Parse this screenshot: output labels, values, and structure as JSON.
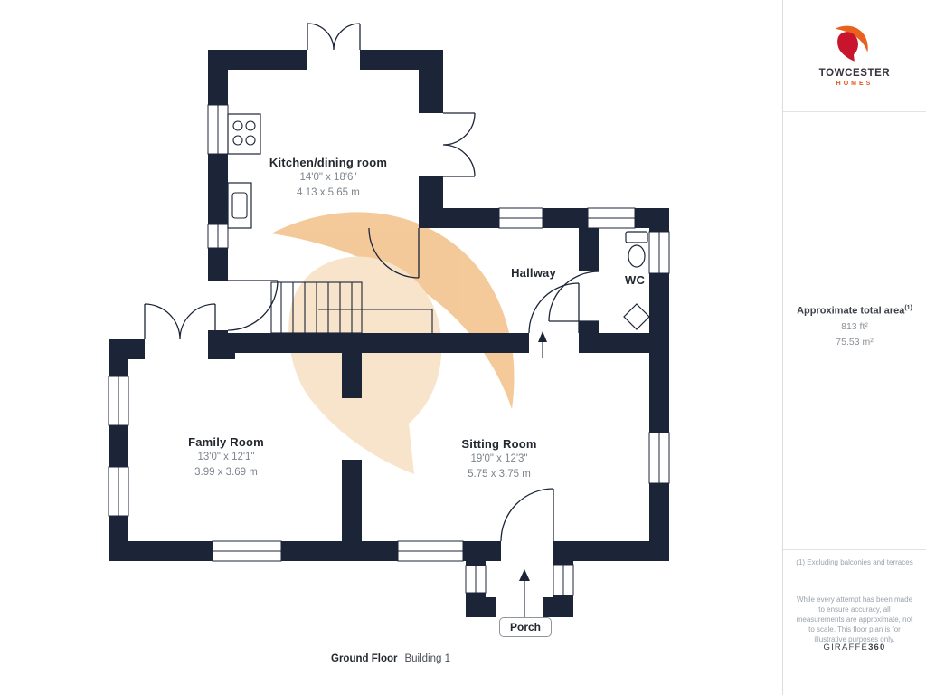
{
  "plan": {
    "floor_label": "Ground Floor",
    "building_label": "Building 1",
    "rooms": {
      "kitchen": {
        "name": "Kitchen/dining room",
        "dims_ft": "14'0\" x 18'6\"",
        "dims_m": "4.13 x 5.65 m"
      },
      "hallway": {
        "name": "Hallway"
      },
      "wc": {
        "name": "WC"
      },
      "family": {
        "name": "Family Room",
        "dims_ft": "13'0\" x 12'1\"",
        "dims_m": "3.99 x 3.69 m"
      },
      "sitting": {
        "name": "Sitting Room",
        "dims_ft": "19'0\" x 12'3\"",
        "dims_m": "5.75 x 3.75 m"
      },
      "porch": {
        "name": "Porch"
      }
    }
  },
  "sidebar": {
    "brand_name": "TOWCESTER",
    "brand_sub": "HOMES",
    "area_title": "Approximate total area",
    "area_superscript": "(1)",
    "area_ft": "813 ft²",
    "area_m": "75.53 m²",
    "footnote": "(1) Excluding balconies and terraces",
    "disclaimer": "While every attempt has been made to ensure accuracy, all measurements are approximate, not to scale. This floor plan is for illustrative purposes only.",
    "provider_name": "GIRAFFE",
    "provider_num": "360"
  },
  "colors": {
    "wall": "#1c2538",
    "dim_text": "#7d848e",
    "brand_orange": "#e2591d",
    "brand_red": "#c8142c",
    "watermark_crest": "#f3c795",
    "watermark_dome": "#f8e3c8"
  }
}
